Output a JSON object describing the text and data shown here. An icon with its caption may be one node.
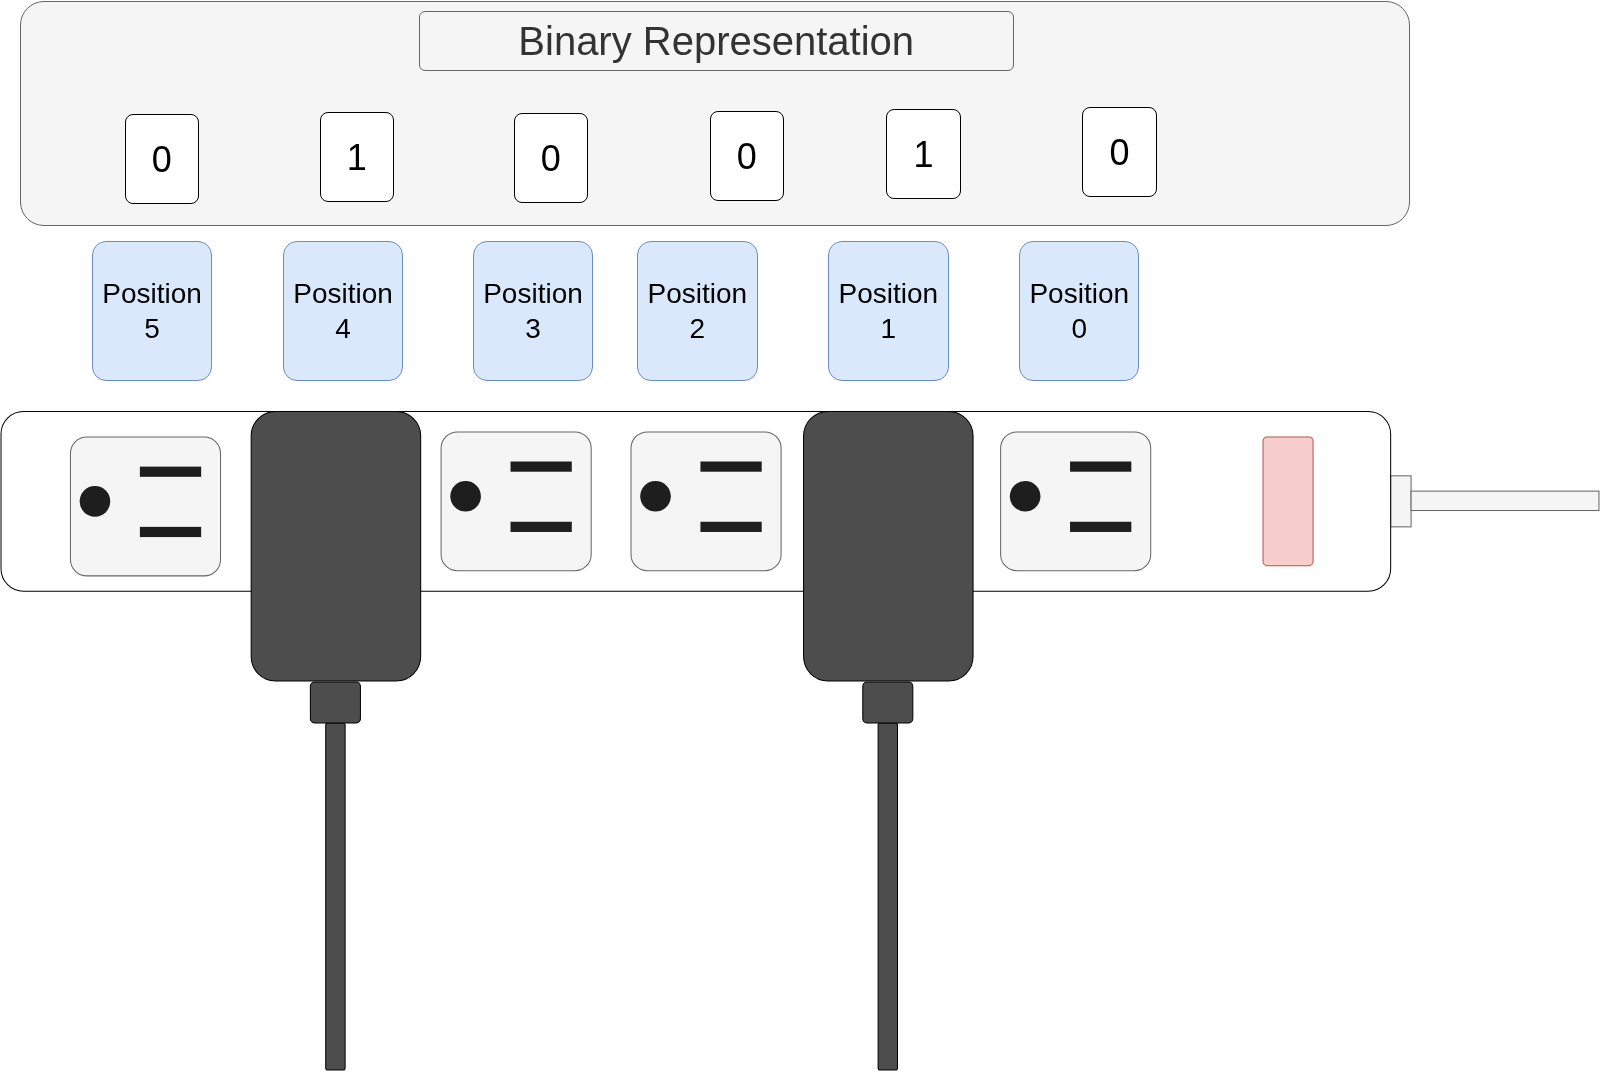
{
  "diagram": {
    "nodes": [
      {
        "text": [],
        "shape": "box"
      },
      {
        "text": [
          "Binary Representation"
        ],
        "in": 0
      },
      {
        "text": [
          "0"
        ],
        "in": 0
      },
      {
        "text": [
          "1"
        ],
        "in": 0
      },
      {
        "text": [
          "0"
        ],
        "in": 0
      },
      {
        "text": [
          "0"
        ],
        "in": 0
      },
      {
        "text": [
          "1"
        ],
        "in": 0
      },
      {
        "text": [
          "0"
        ],
        "in": 0
      },
      {
        "text": [
          "Position 5"
        ]
      },
      {
        "text": [
          "Position 4"
        ]
      },
      {
        "text": [
          "Position 3"
        ]
      },
      {
        "text": [
          "Position 2"
        ]
      },
      {
        "text": [
          "Position 1"
        ]
      },
      {
        "text": [
          "Position 0"
        ]
      }
    ],
    "edges": []
  }
}
